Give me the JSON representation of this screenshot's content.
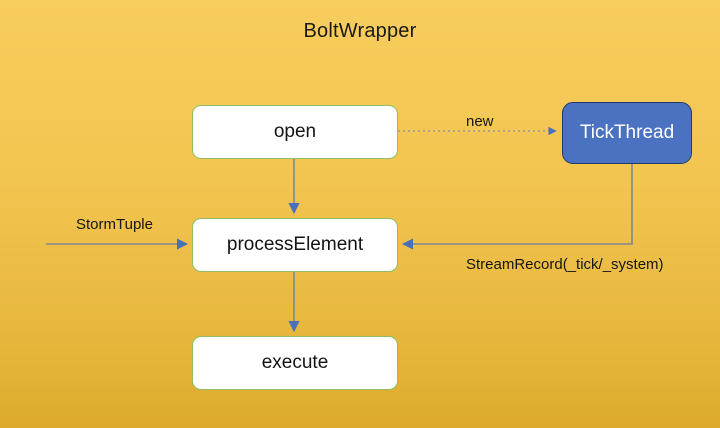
{
  "diagram": {
    "title": "BoltWrapper",
    "background": {
      "gradient_top": "#f7cd5e",
      "gradient_bottom": "#ddaa2c"
    },
    "nodes": [
      {
        "id": "open",
        "label": "open",
        "shape": "rounded-rect",
        "fill": "#ffffff",
        "border": "#8cbf68",
        "text_color": "#141414"
      },
      {
        "id": "processElement",
        "label": "processElement",
        "shape": "rounded-rect",
        "fill": "#ffffff",
        "border": "#8cbf68",
        "text_color": "#141414"
      },
      {
        "id": "execute",
        "label": "execute",
        "shape": "rounded-rect",
        "fill": "#ffffff",
        "border": "#8cbf68",
        "text_color": "#141414"
      },
      {
        "id": "tickThread",
        "label": "TickThread",
        "shape": "rounded-rect",
        "fill": "#4a72c0",
        "border": "#1f3a6e",
        "text_color": "#ffffff"
      }
    ],
    "edges": [
      {
        "id": "open-to-tickthread",
        "from": "open",
        "to": "tickThread",
        "label": "new",
        "style": "dotted",
        "color": "#8d8d8d"
      },
      {
        "id": "open-to-process",
        "from": "open",
        "to": "processElement",
        "label": "",
        "style": "solid",
        "color": "#7d8796"
      },
      {
        "id": "process-to-execute",
        "from": "processElement",
        "to": "execute",
        "label": "",
        "style": "solid",
        "color": "#7d8796"
      },
      {
        "id": "input-to-process",
        "from": "",
        "to": "processElement",
        "label": "StormTuple",
        "style": "solid",
        "color": "#7d8796"
      },
      {
        "id": "tickthread-to-process",
        "from": "tickThread",
        "to": "processElement",
        "label": "StreamRecord(_tick/_system)",
        "style": "solid",
        "color": "#7d8796"
      }
    ],
    "arrowhead_color": "#4a6fbd"
  }
}
